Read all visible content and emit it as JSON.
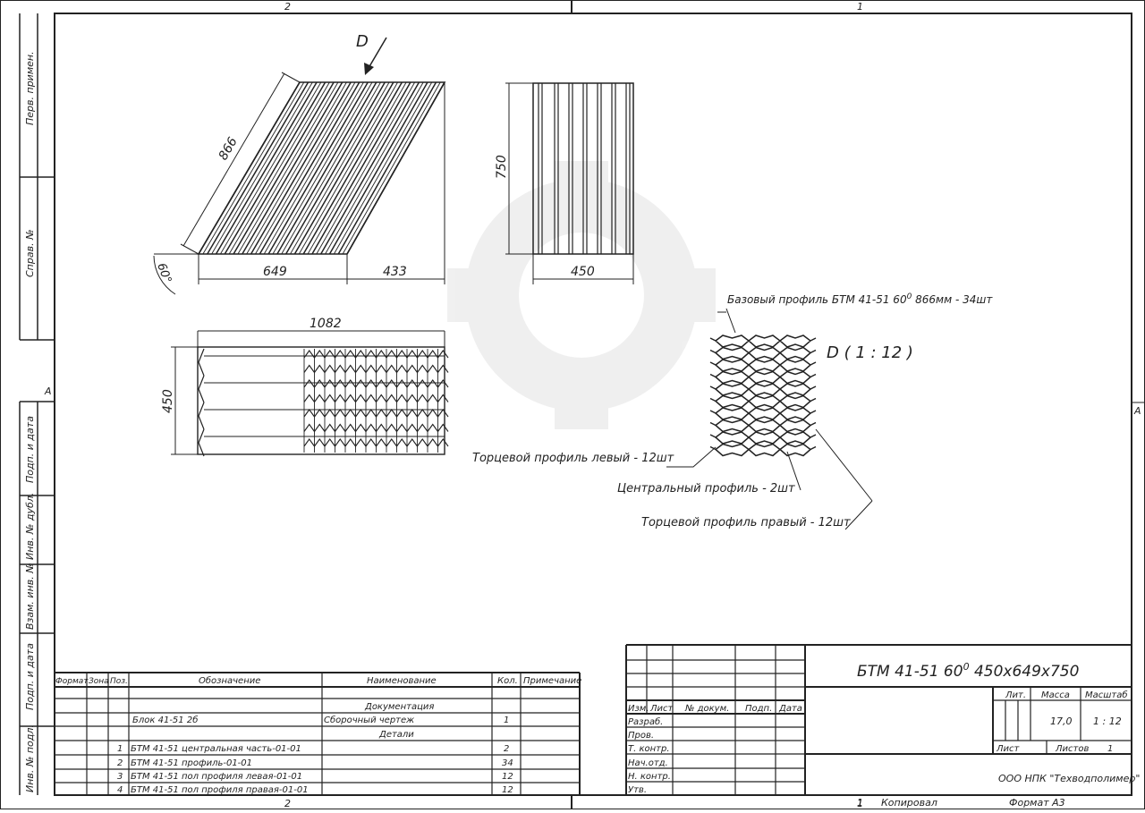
{
  "zones": {
    "top_left": "2",
    "top_right": "1",
    "bottom_left": "2",
    "bottom_right": "1",
    "side_left": "A",
    "side_right": "A"
  },
  "side_stamp": [
    "Перв. примен.",
    "Справ. №",
    "Подп. и дата",
    "Инв. № дубл.",
    "Взам. инв. №",
    "Подп. и дата",
    "Инв. № подл."
  ],
  "views": {
    "arrow_label": "D",
    "dim_diag": "866",
    "dim_649": "649",
    "dim_433": "433",
    "angle": "60°",
    "dim_750": "750",
    "dim_450_front": "450",
    "dim_1082": "1082",
    "dim_450_side": "450",
    "detail_label": "D ( 1 : 12 )"
  },
  "callouts": {
    "base": "Базовый профиль БТМ 41-51 60",
    "base_sup": "0",
    "base_tail": " 866мм - 34шт",
    "left": "Торцевой профиль левый - 12шт",
    "center": "Центральный профиль - 2шт",
    "right": "Торцевой профиль правый - 12шт"
  },
  "spec": {
    "headers": [
      "Формат",
      "Зона",
      "Поз.",
      "Обозначение",
      "Наименование",
      "Кол.",
      "Примечание"
    ],
    "section_docs": "Документация",
    "doc_row": {
      "designation": "Блок 41-51 2б",
      "name": "Сборочный чертеж",
      "qty": "1"
    },
    "section_parts": "Детали",
    "rows": [
      {
        "pos": "1",
        "designation": "БТМ 41-51 центральная часть-01-01",
        "qty": "2"
      },
      {
        "pos": "2",
        "designation": "БТМ 41-51 профиль-01-01",
        "qty": "34"
      },
      {
        "pos": "3",
        "designation": "БТМ 41-51 пол профиля левая-01-01",
        "qty": "12"
      },
      {
        "pos": "4",
        "designation": "БТМ 41-51 пол профиля правая-01-01",
        "qty": "12"
      }
    ]
  },
  "title_block": {
    "title": "БТМ 41-51 60",
    "title_sup": "0",
    "title_tail": "  450x649x750",
    "col_heads": [
      "Изм.",
      "Лист",
      "№ докум.",
      "Подп.",
      "Дата"
    ],
    "roles": [
      "Разраб.",
      "Пров.",
      "Т. контр.",
      "Нач.отд.",
      "Н. контр.",
      "Утв."
    ],
    "lit_label": "Лит.",
    "mass_label": "Масса",
    "scale_label": "Масштаб",
    "mass": "17,0",
    "scale": "1 : 12",
    "sheet_label": "Лист",
    "sheets_label": "Листов",
    "sheets": "1",
    "company": "ООО НПК \"Техводполимер\"",
    "copied": "Копировал",
    "format": "Формат А3",
    "sheet_no": "1"
  }
}
